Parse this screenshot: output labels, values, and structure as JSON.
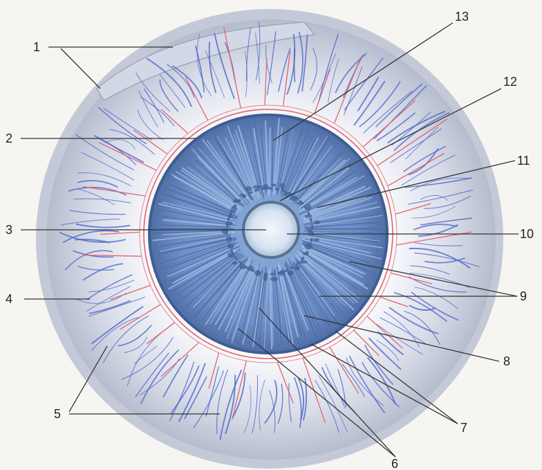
{
  "figure": {
    "labels": [
      "1",
      "2",
      "3",
      "4",
      "5",
      "6",
      "7",
      "8",
      "9",
      "10",
      "11",
      "12",
      "13"
    ]
  },
  "colors": {
    "background": "#f6f5f2",
    "sclera": "#e4e6ec",
    "sclera_rim": "#a9aec2",
    "vessel_blue": "#4f67c9",
    "vessel_red": "#e0646e",
    "iris": "#6d8fc6",
    "iris_dark": "#4c6ea8",
    "pupil": "#dfe9f3",
    "label_line": "#333333"
  }
}
